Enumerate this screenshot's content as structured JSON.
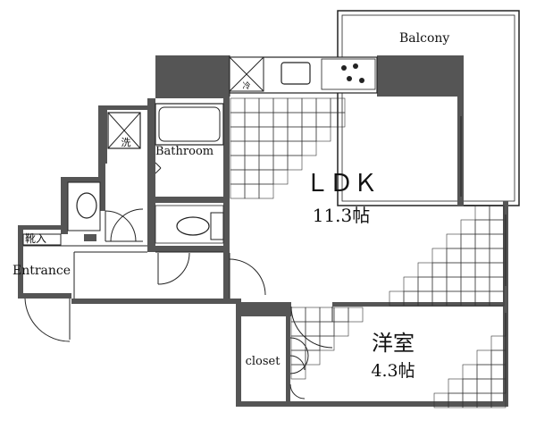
{
  "labels": {
    "balcony": "Balcony",
    "bathroom": "Bathroom",
    "ldk": "ＬＤＫ",
    "ldk_size": "11.3帖",
    "western_room": "洋室",
    "western_size": "4.3帖",
    "closet": "closet",
    "entrance": "Entrance",
    "shoe_storage": "靴入",
    "washer_mark": "洗",
    "fridge_mark": "冷"
  },
  "colors": {
    "wall": "#555555",
    "line": "#222222",
    "background": "#ffffff"
  }
}
